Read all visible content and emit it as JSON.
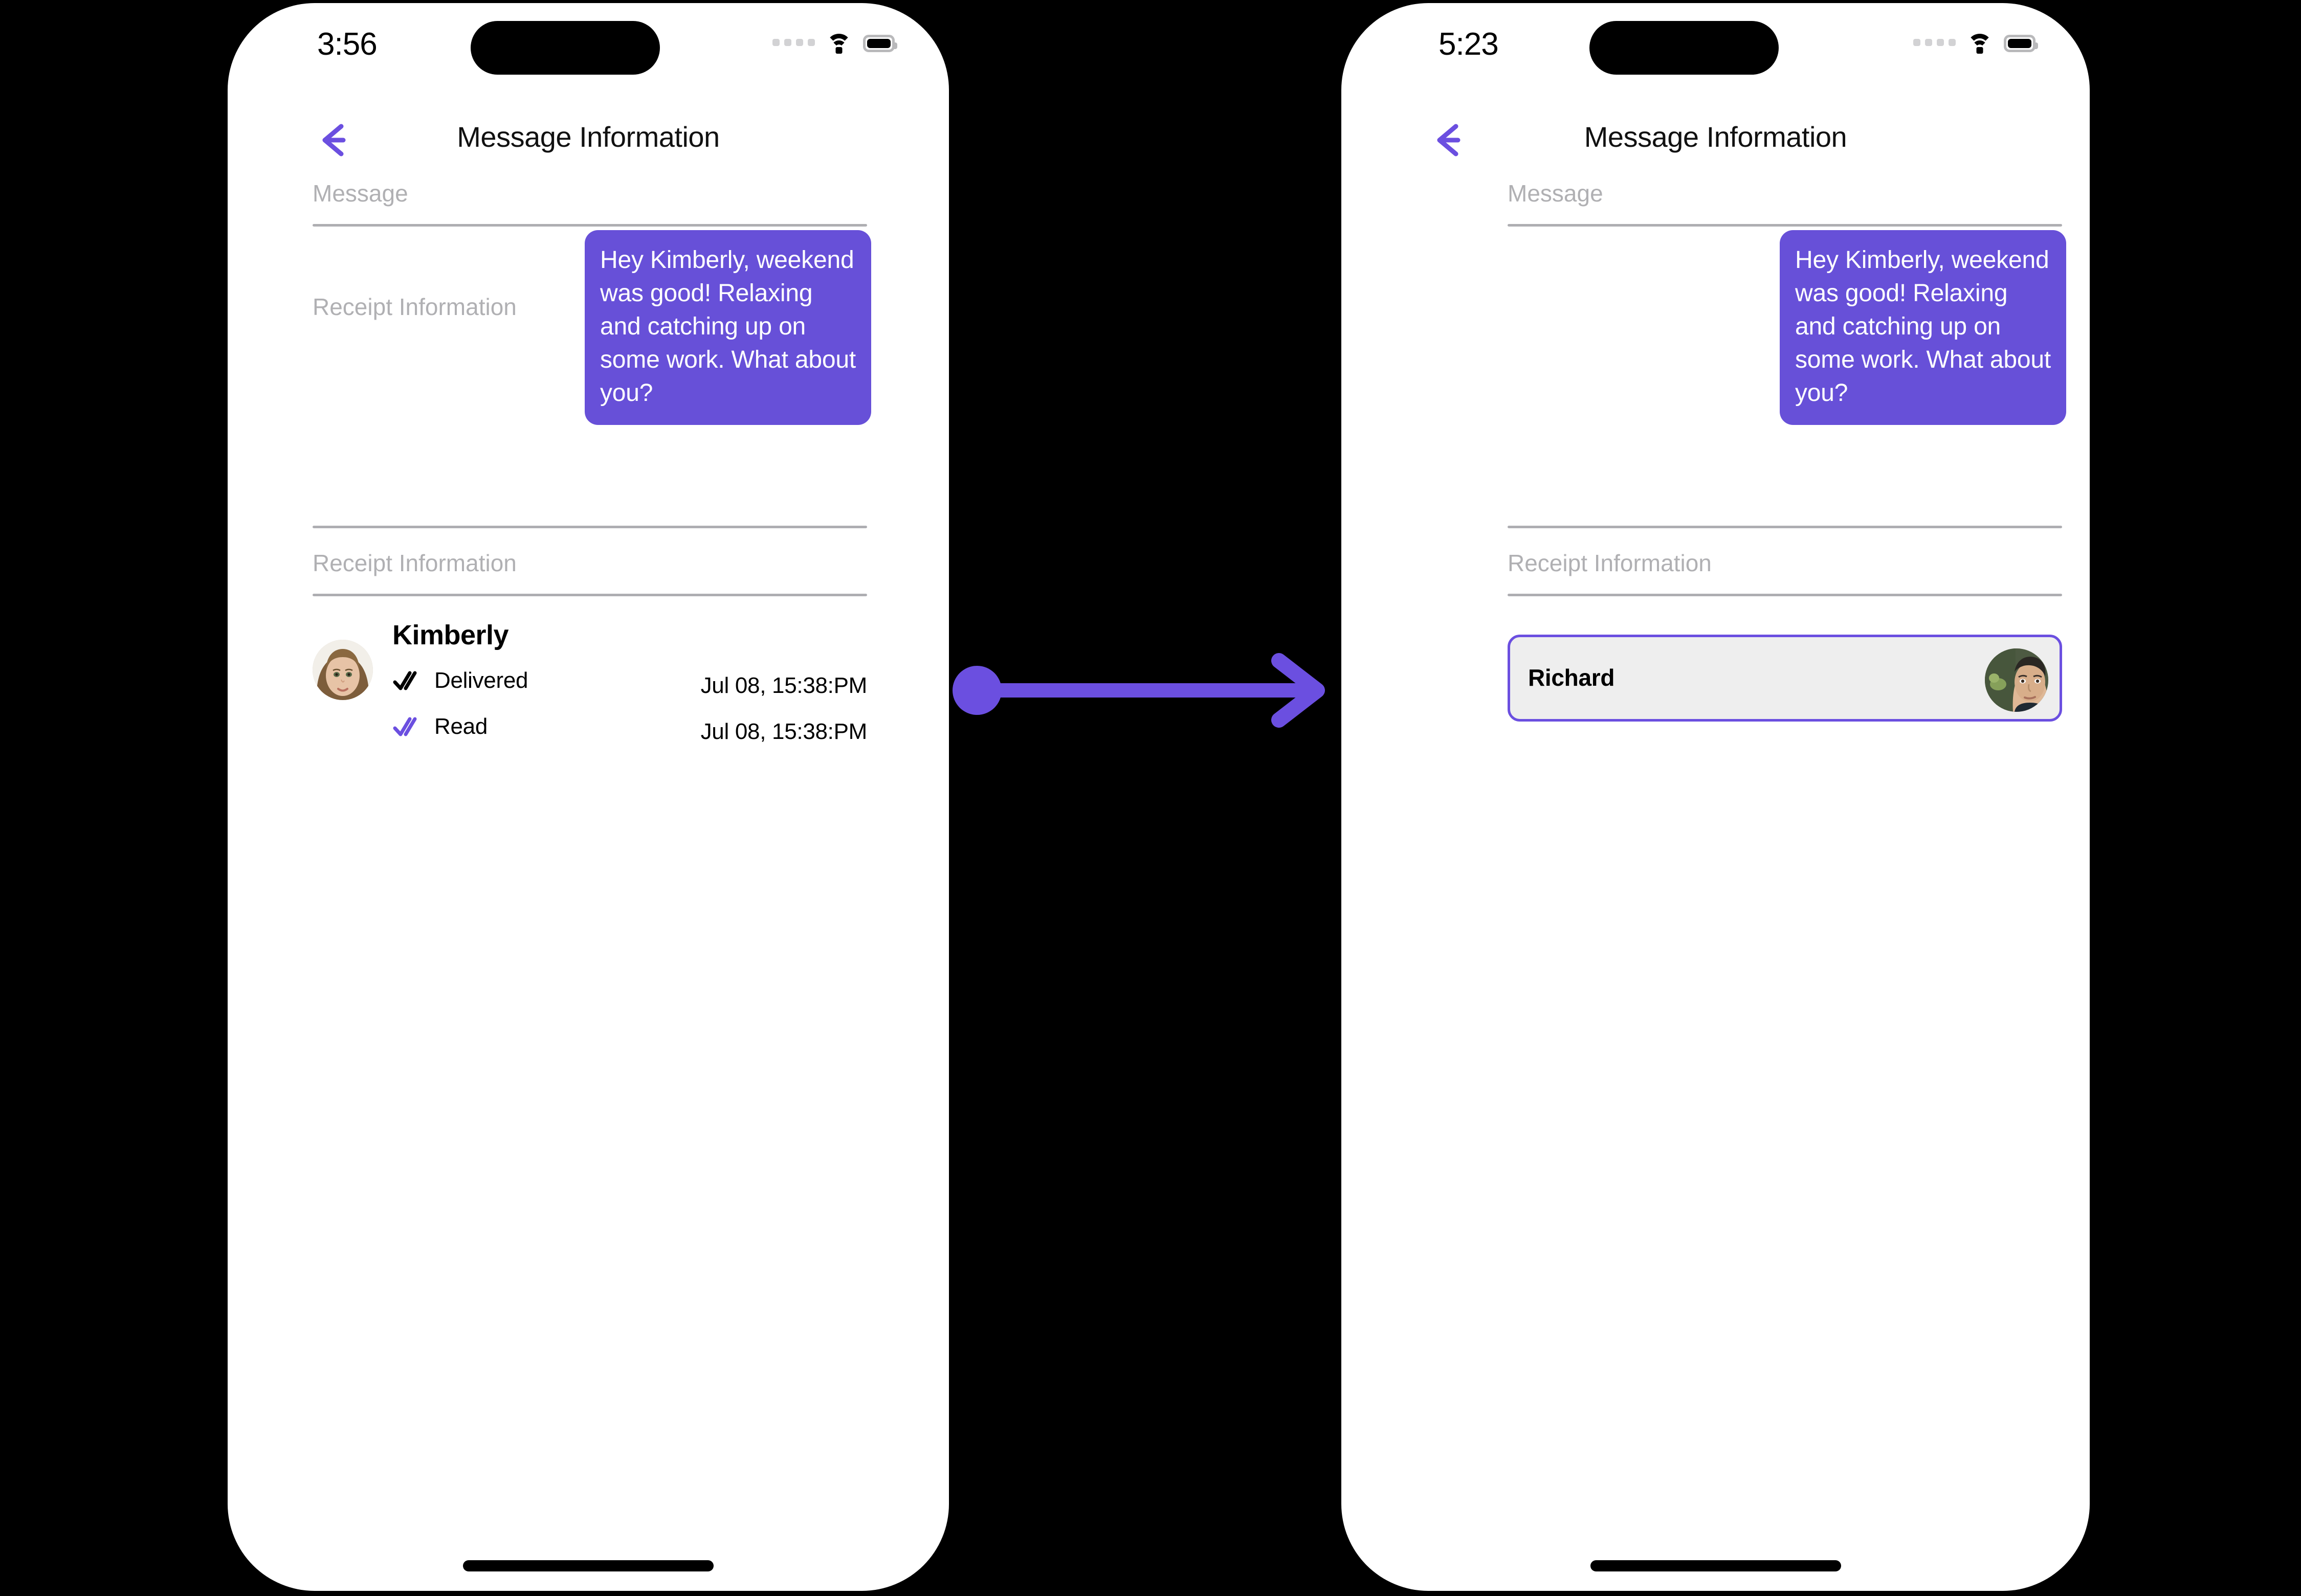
{
  "screens": [
    {
      "id": "left",
      "status": {
        "time": "3:56",
        "signal_icon": "signal-dots-icon",
        "wifi_icon": "wifi-icon",
        "battery_icon": "battery-icon"
      },
      "nav": {
        "back_icon": "back-arrow-icon",
        "title": "Message Information"
      },
      "sections": {
        "message_label": "Message",
        "receipt_label": "Receipt Information"
      },
      "message": {
        "text": "Hey Kimberly, weekend was good!  Relaxing and catching up on some work. What about you?",
        "bubble_color": "#6750D8",
        "text_color": "#FFFFFF"
      },
      "receipt": {
        "contact_name": "Kimberly",
        "avatar_icon": "avatar-kimberly",
        "rows": [
          {
            "state": "Delivered",
            "time": "Jul 08, 15:38:PM",
            "tick_icon": "double-check-icon",
            "tick_color": "#000000"
          },
          {
            "state": "Read",
            "time": "Jul 08, 15:38:PM",
            "tick_icon": "double-check-icon",
            "tick_color": "#6B4FE0"
          }
        ]
      },
      "home_indicator": "home-indicator"
    },
    {
      "id": "right",
      "status": {
        "time": "5:23",
        "signal_icon": "signal-dots-icon",
        "wifi_icon": "wifi-icon",
        "battery_icon": "battery-icon"
      },
      "nav": {
        "back_icon": "back-arrow-icon",
        "title": "Message Information"
      },
      "sections": {
        "message_label": "Message",
        "receipt_label": "Receipt Information"
      },
      "message": {
        "text": "Hey Kimberly, weekend was good!  Relaxing and catching up on some work. What about you?",
        "bubble_color": "#6750D8",
        "text_color": "#FFFFFF"
      },
      "receipt": {
        "member_name": "Richard",
        "avatar_icon": "avatar-richard",
        "card_border_color": "#6B4FE0",
        "card_background": "#EEEEEE"
      },
      "home_indicator": "home-indicator"
    }
  ],
  "annotation": {
    "type": "arrow",
    "icon": "flow-arrow-icon",
    "color": "#6B4FE0",
    "from": "left-screen-receipt-row",
    "to": "right-screen-member-card"
  },
  "theme": {
    "accent": "#6B4FE0",
    "bubble": "#6750D8",
    "muted_text": "#B0B0B3",
    "rule": "#AEAEB2",
    "background": "#000000",
    "screen": "#FFFFFF"
  }
}
